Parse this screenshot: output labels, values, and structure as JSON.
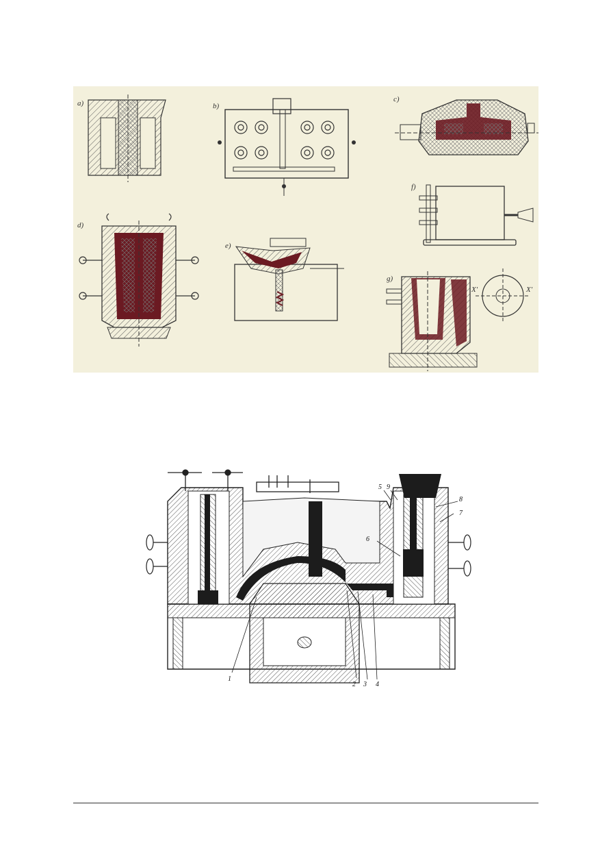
{
  "figure_top": {
    "panels": [
      {
        "id": "a",
        "label": "a)"
      },
      {
        "id": "b",
        "label": "b)"
      },
      {
        "id": "c",
        "label": "c)"
      },
      {
        "id": "d",
        "label": "d)"
      },
      {
        "id": "e",
        "label": "e)"
      },
      {
        "id": "f",
        "label": "f)"
      },
      {
        "id": "g",
        "label": "g)"
      }
    ],
    "axis_labels": [
      "X'",
      "X'"
    ]
  },
  "figure_bottom": {
    "callouts": [
      "1",
      "2",
      "3",
      "4",
      "5",
      "6",
      "7",
      "8",
      "9"
    ]
  },
  "colors": {
    "paper": "#f3f0dc",
    "casting_red": "#6b1a22",
    "ink": "#2a2a2a"
  }
}
